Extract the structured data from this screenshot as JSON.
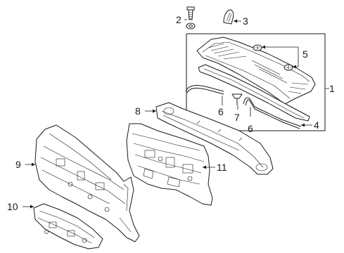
{
  "diagram": {
    "callouts": [
      "1",
      "2",
      "3",
      "4",
      "5",
      "6",
      "6",
      "7",
      "8",
      "9",
      "10",
      "11"
    ]
  }
}
